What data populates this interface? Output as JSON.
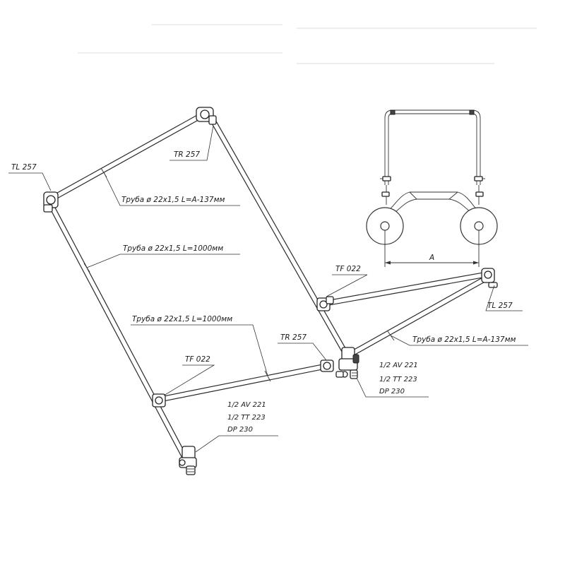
{
  "labels": {
    "tl_upper": "TL 257",
    "tr_upper": "TR 257",
    "tube_top": "Труба ø 22x1,5 L=A-137мм",
    "tube_left": "Труба ø 22x1,5 L=1000мм",
    "tf_right": "TF 022",
    "tl_right": "TL 257",
    "tube_right": "Труба ø 22x1,5 L=A-137мм",
    "tube_mid": "Труба ø 22x1,5 L=1000мм",
    "tr_lower": "TR 257",
    "tf_left": "TF 022",
    "parts_right": [
      "1/2 AV 221",
      "1/2 TT 223",
      "DP 230"
    ],
    "parts_left": [
      "1/2 AV 221",
      "1/2 TT 223",
      "DP 230"
    ],
    "dimension_a": "A"
  },
  "colors": {
    "ink": "#222222",
    "paper": "#ffffff"
  }
}
